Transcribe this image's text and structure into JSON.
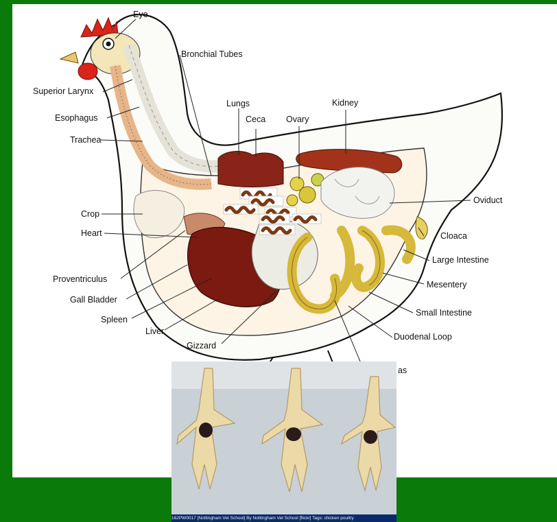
{
  "diagram": {
    "labels": {
      "eye": "Eye",
      "bronchial_tubes": "Bronchial Tubes",
      "superior_larynx": "Superior Larynx",
      "esophagus": "Esophagus",
      "trachea": "Trachea",
      "lungs": "Lungs",
      "ceca": "Ceca",
      "ovary": "Ovary",
      "kidney": "Kidney",
      "oviduct": "Oviduct",
      "crop": "Crop",
      "heart": "Heart",
      "cloaca": "Cloaca",
      "large_intestine": "Large Intestine",
      "proventriculus": "Proventriculus",
      "mesentery": "Mesentery",
      "gall_bladder": "Gall Bladder",
      "small_intestine": "Small Intestine",
      "spleen": "Spleen",
      "duodenal_loop": "Duodenal Loop",
      "liver": "Liver",
      "gizzard": "Gizzard",
      "pancreas_partial": "as"
    }
  },
  "photo": {
    "credit": "162PW0017 [Nottingham Vet School] By Nottingham Vet School [flickr] Tags: chicken poultry"
  },
  "colors": {
    "slide_background": "#0a7a0a",
    "panel": "#ffffff",
    "liver": "#7a1a10",
    "intestine": "#e8d060",
    "kidney": "#a3321a",
    "worm": "#7a3a12",
    "credit_bar": "#0b2a6b"
  }
}
